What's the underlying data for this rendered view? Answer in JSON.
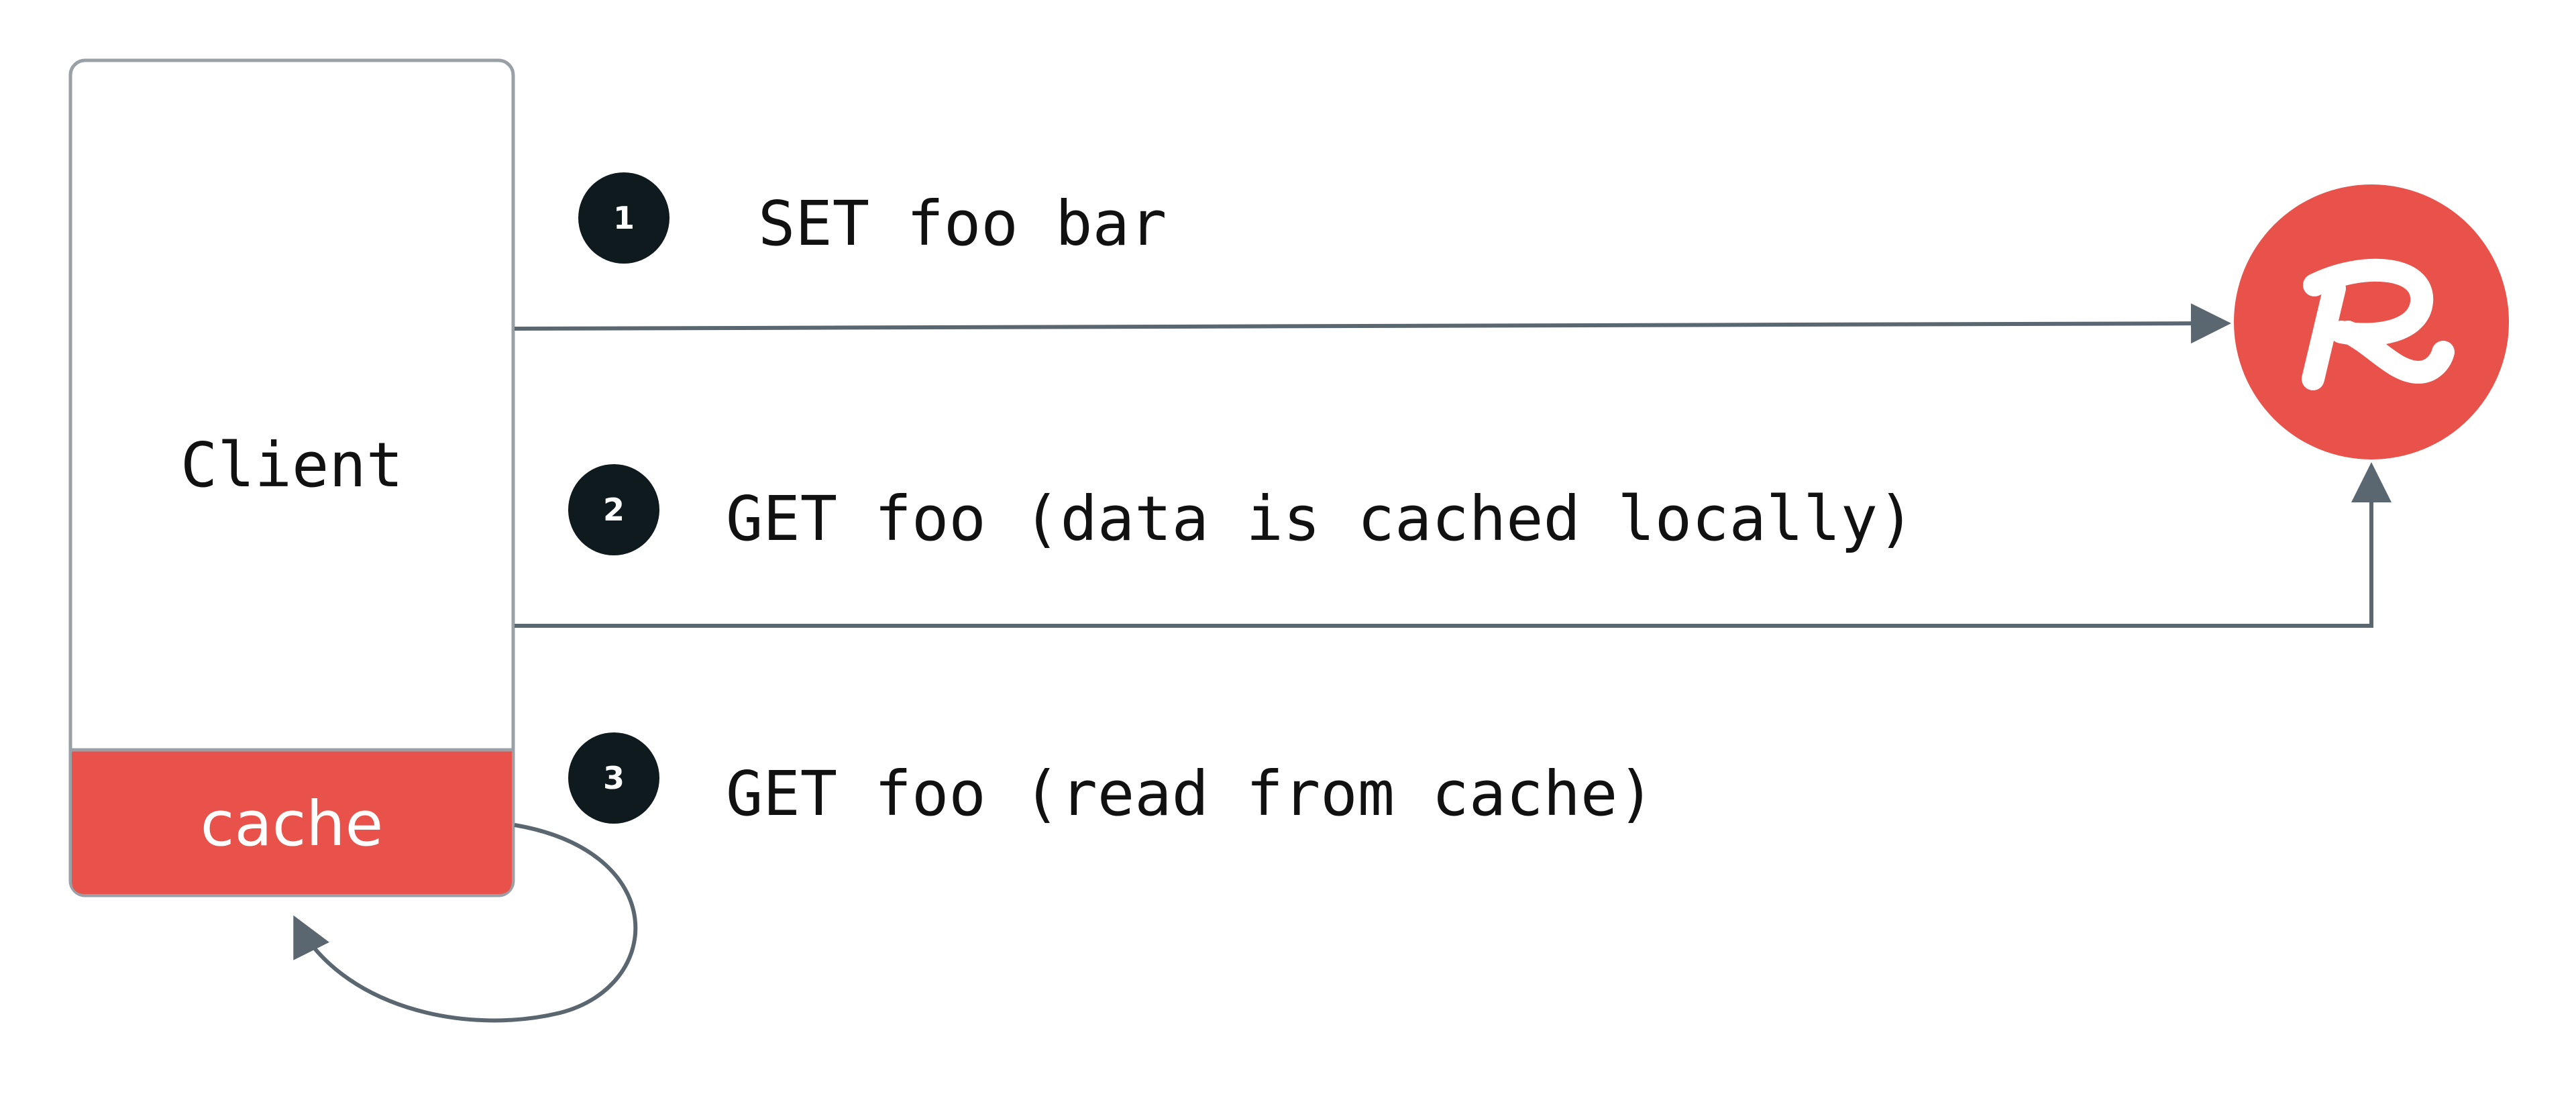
{
  "client": {
    "label": "Client",
    "cache_label": "cache"
  },
  "server": {
    "logo_icon": "redis-r-logo-icon"
  },
  "steps": [
    {
      "number": "1",
      "text": "SET foo bar"
    },
    {
      "number": "2",
      "text": "GET foo (data is cached locally)"
    },
    {
      "number": "3",
      "text": "GET foo (read from cache)"
    }
  ],
  "colors": {
    "accent": "#E8524A",
    "line": "#5B6770",
    "badge": "#0F1A1F",
    "box_border": "#9AA0A5"
  }
}
